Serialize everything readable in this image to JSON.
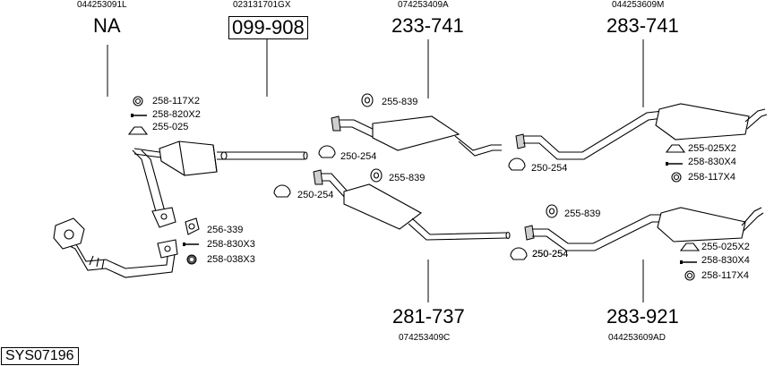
{
  "system_code": "SYS07196",
  "groups": [
    {
      "oem": "044253091L",
      "part": "NA"
    },
    {
      "oem": "023131701GX",
      "part": "099-908"
    },
    {
      "oem": "074253409A",
      "part": "233-741"
    },
    {
      "oem": "044253609M",
      "part": "283-741"
    },
    {
      "oem": "074253409C",
      "part": "281-737"
    },
    {
      "oem": "044253609AD",
      "part": "283-921"
    }
  ],
  "small_parts": [
    "258-117X2",
    "258-820X2",
    "255-025",
    "256-339",
    "258-830X3",
    "258-038X3",
    "255-839",
    "250-254",
    "250-254",
    "255-839",
    "250-254",
    "250-254",
    "255-025X2",
    "258-830X4",
    "258-117X4",
    "255-839",
    "250-254",
    "255-025X2",
    "258-830X4",
    "258-117X4"
  ]
}
